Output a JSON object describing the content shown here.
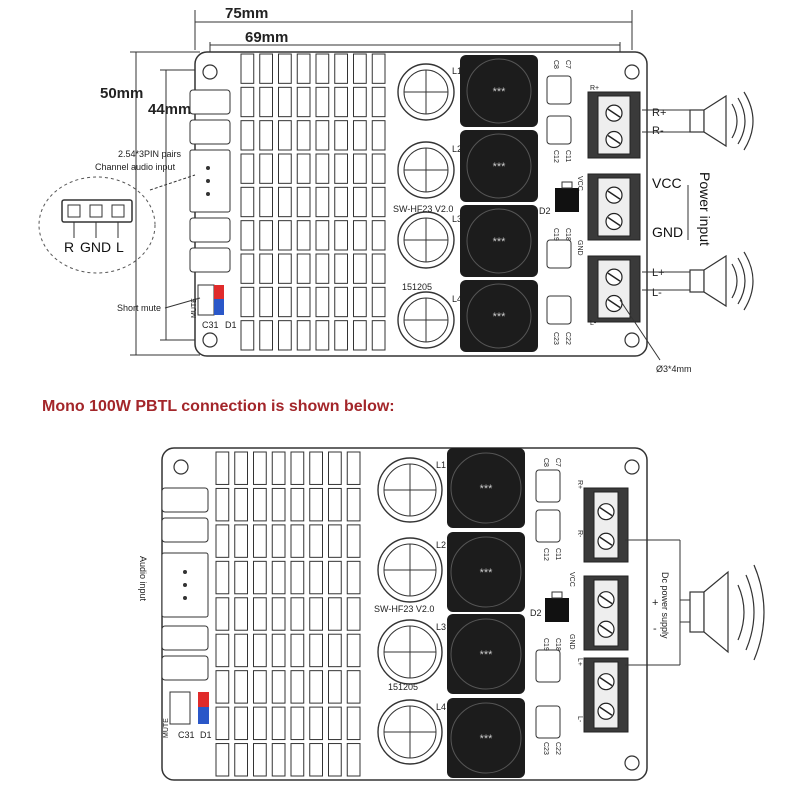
{
  "dims": {
    "width_total": "75mm",
    "width_holes": "69mm",
    "height_total": "50mm",
    "height_holes": "44mm",
    "hole": "Ø3*4mm"
  },
  "labels": {
    "pin_pairs": "2.54*3PIN pairs",
    "channel_audio": "Channel audio input",
    "r": "R",
    "gnd": "GND",
    "l": "L",
    "short_mute": "Short mute",
    "power_input": "Power input",
    "vcc": "VCC",
    "gnd_power": "GND",
    "r_plus": "R+",
    "r_minus": "R-",
    "l_plus": "L+",
    "l_minus": "L-"
  },
  "board": {
    "model": "SW-HF23 V2.0",
    "date_code": "151205",
    "inductors": [
      "L1",
      "L2",
      "L3",
      "L4"
    ],
    "inductor_mark": "***",
    "mute": "MUTE",
    "c31": "C31",
    "d1": "D1",
    "d2": "D2",
    "caps": [
      "C7",
      "C8",
      "C11",
      "C12",
      "C19",
      "C18",
      "C22",
      "C23"
    ],
    "gnd": "GND",
    "vcc": "VCC",
    "r_plus": "R+",
    "r_minus": "R-",
    "l_plus": "L+",
    "l_minus": "L-"
  },
  "caption": "Mono 100W PBTL connection is shown below:",
  "bottom": {
    "audio_input": "Audio input",
    "dc_power": "Dc power supply",
    "plus": "+",
    "minus": "-"
  },
  "colors": {
    "caption": "#a3262a",
    "mute_red": "#e02b2b",
    "mute_blue": "#2a57c8",
    "inductor": "#1c1c1c",
    "terminal": "#3a3a3a"
  }
}
